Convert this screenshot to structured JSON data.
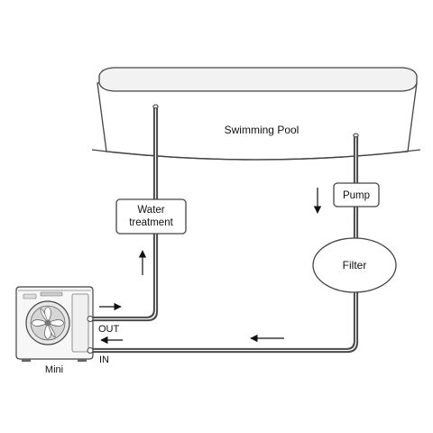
{
  "labels": {
    "pool": "Swimming Pool",
    "water_treatment_line1": "Water",
    "water_treatment_line2": "treatment",
    "pump": "Pump",
    "filter": "Filter",
    "out": "OUT",
    "in": "IN",
    "heat_pump": "Mini"
  },
  "colors": {
    "line": "#444444",
    "pipe": "#4a4a4a",
    "text": "#111111",
    "pool_rim": "#f2f2f2"
  },
  "icons": {
    "heat_pump": "heat-pump-unit-icon",
    "fan": "fan-icon"
  }
}
